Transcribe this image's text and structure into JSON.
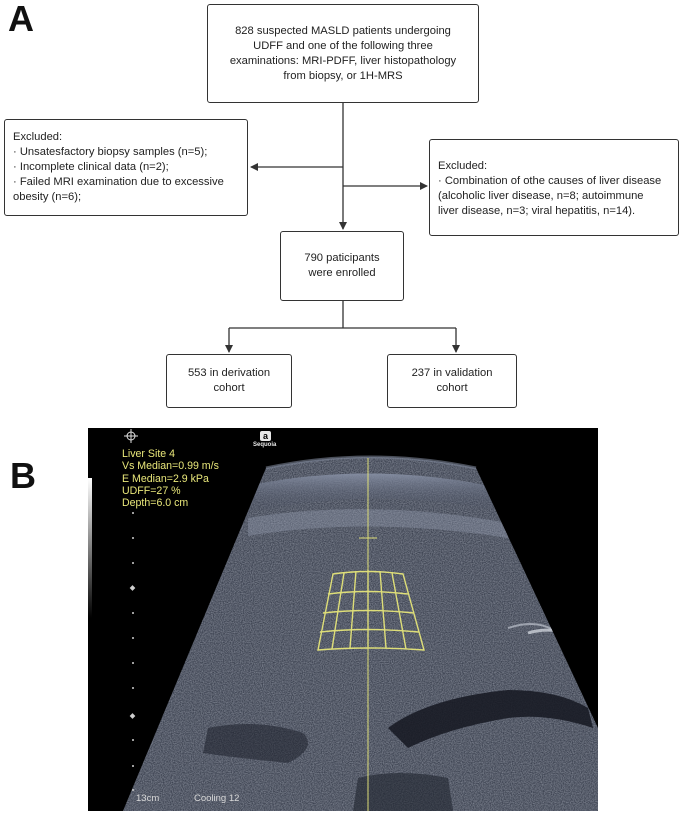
{
  "panel_a": {
    "letter": "A",
    "top_box": [
      "828 suspected MASLD patients undergoing",
      "UDFF and one of the following three",
      "examinations: MRI-PDFF, liver histopathology",
      "from biopsy, or 1H-MRS"
    ],
    "excluded_left": [
      "Excluded:",
      "· Unsatesfactory biopsy samples (n=5);",
      "· Incomplete clinical data  (n=2);",
      "· Failed MRI examination due to excessive",
      "obesity (n=6);"
    ],
    "excluded_right": [
      "Excluded:",
      "· Combination of othe causes of liver disease",
      "(alcoholic liver disease, n=8; autoimmune",
      "liver disease, n=3; viral hepatitis, n=14)."
    ],
    "enrolled": [
      "790 paticipants",
      "were enrolled"
    ],
    "derivation": [
      "553 in derivation",
      "cohort"
    ],
    "validation": [
      "237 in validation",
      "cohort"
    ]
  },
  "panel_b": {
    "letter": "B",
    "overlay_lines": [
      "Liver Site 4",
      "Vs Median=0.99 m/s",
      "E Median=2.9 kPa",
      "UDFF=27 %",
      "Depth=6.0 cm"
    ],
    "logo_letter": "a",
    "logo_text": "Sequoia",
    "footer_left": "13cm",
    "footer_right": "Cooling 12",
    "colors": {
      "overlay_text": "#e9e77a",
      "roi_grid": "#dede78",
      "background": "#000000"
    }
  }
}
